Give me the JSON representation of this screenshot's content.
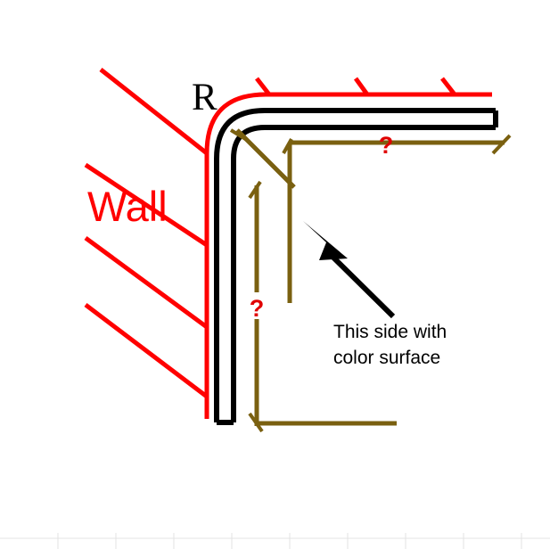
{
  "diagram": {
    "title": "Corner tube bend radius diagram",
    "colors": {
      "wall_hatch": "#ff0000",
      "tube_outline": "#000000",
      "dimension": "#7a6010",
      "question_mark": "#e00000",
      "annotation": "#000000",
      "background": "#ffffff",
      "ruler": "#e3e3e3"
    },
    "labels": {
      "wall": "Wall",
      "radius": "R",
      "dim_horizontal": "?",
      "dim_vertical": "?",
      "annotation_line1": "This side with",
      "annotation_line2": "color surface"
    },
    "icons": {
      "callout_arrow": "arrow-up-left-icon",
      "dim_arrow_horizontal": "dimension-arrow-icon",
      "dim_arrow_vertical": "dimension-arrow-icon"
    }
  },
  "ruler": {
    "tick_spacing": 65,
    "tick_count": 10
  }
}
